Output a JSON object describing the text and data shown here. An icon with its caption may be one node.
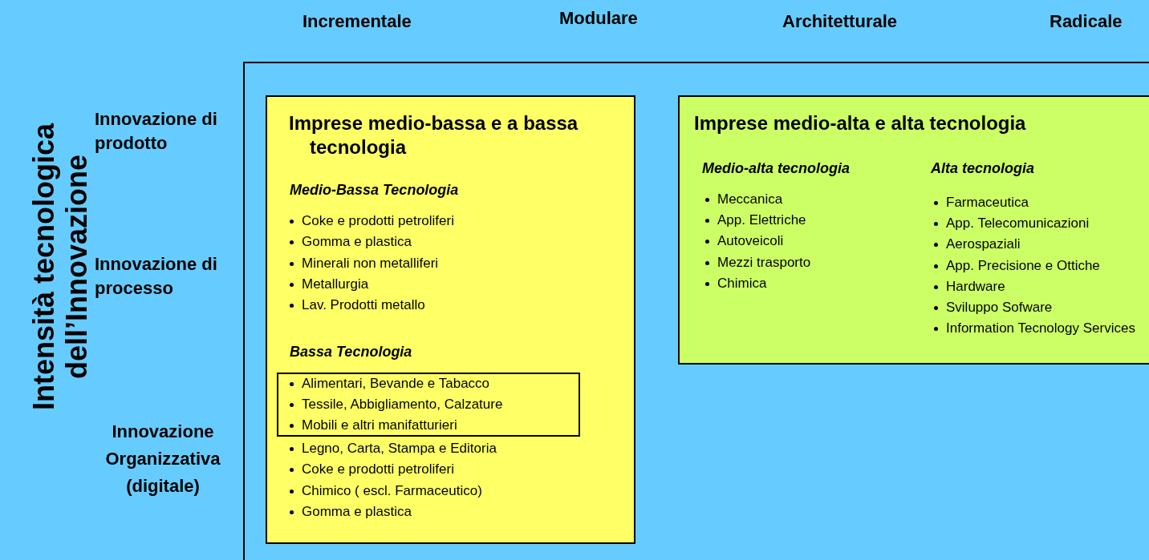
{
  "diagram": {
    "nodes": [
      {
        "text": [],
        "shape": "box"
      },
      {
        "text": [
          "Imprese medio-bassa e a bassa tecnologia",
          "Medio-Bassa Tecnologia",
          "Coke e prodotti petroliferi",
          "Gomma e plastica",
          "Minerali non metalliferi",
          "Metallurgia",
          "Lav. Prodotti metallo",
          "Bassa Tecnologia",
          "Legno, Carta, Stampa e Editoria",
          "Coke e prodotti petroliferi",
          "Chimico ( escl. Farmaceutico)",
          "Gomma e plastica"
        ],
        "in": 0
      },
      {
        "text": [
          "Alimentari, Bevande e Tabacco",
          "Tessile, Abbigliamento, Calzature",
          "Mobili e altri manifatturieri"
        ],
        "in": 1
      },
      {
        "text": [
          "Imprese medio-alta e alta tecnologia",
          "Medio-alta tecnologia",
          "Meccanica",
          "App. Elettriche",
          "Autoveicoli",
          "Mezzi trasporto",
          "Chimica",
          "Alta tecnologia",
          "Farmaceutica",
          "App. Telecomunicazioni",
          "Aerospaziali",
          "App. Precisione e Ottiche",
          "Hardware",
          "Sviluppo Sofware",
          "Information  Tecnology Services"
        ],
        "in": 0
      }
    ],
    "edges": [],
    "labels": [
      "Incrementale",
      "Modulare",
      "Architetturale",
      "Radicale",
      "Intensità tecnologica dell’Innovazione",
      "Innovazione di prodotto",
      "Innovazione di processo",
      "Innovazione Organizzativa (digitale)"
    ]
  }
}
